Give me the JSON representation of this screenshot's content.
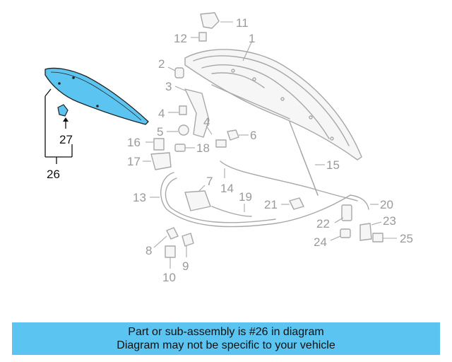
{
  "diagram": {
    "highlight_color": "#5bc4f1",
    "callouts": {
      "c1": "1",
      "c2": "2",
      "c3": "3",
      "c4a": "4",
      "c4b": "4",
      "c5": "5",
      "c6": "6",
      "c7": "7",
      "c8": "8",
      "c9": "9",
      "c10": "10",
      "c11": "11",
      "c12": "12",
      "c13": "13",
      "c14": "14",
      "c15": "15",
      "c16": "16",
      "c17": "17",
      "c18": "18",
      "c19": "19",
      "c20": "20",
      "c21": "21",
      "c22": "22",
      "c23": "23",
      "c24": "24",
      "c25": "25",
      "c26": "26",
      "c27": "27"
    }
  },
  "banner": {
    "line1": "Part or sub-assembly is #26 in diagram",
    "line2": "Diagram may not be specific to your vehicle"
  }
}
